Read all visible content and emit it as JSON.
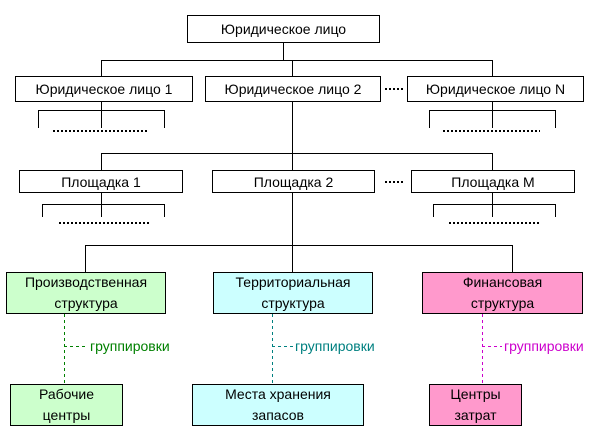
{
  "root": {
    "label": "Юридическое лицо"
  },
  "legal_entities": [
    {
      "label": "Юридическое лицо 1"
    },
    {
      "label": "Юридическое лицо 2"
    },
    {
      "label": "Юридическое лицо N"
    }
  ],
  "sites": [
    {
      "label": "Площадка 1"
    },
    {
      "label": "Площадка 2"
    },
    {
      "label": "Площадка M"
    }
  ],
  "structures": [
    {
      "line1": "Производственная",
      "line2": "структура",
      "color": "#ccffcc"
    },
    {
      "line1": "Территориальная",
      "line2": "структура",
      "color": "#ccffff"
    },
    {
      "line1": "Финансовая",
      "line2": "структура",
      "color": "#ff99cc"
    }
  ],
  "groupings": [
    {
      "label": "группировки",
      "color": "#008000"
    },
    {
      "label": "группировки",
      "color": "#008080"
    },
    {
      "label": "группировки",
      "color": "#cc00cc"
    }
  ],
  "leaves": [
    {
      "line1": "Рабочие",
      "line2": "центры",
      "color": "#ccffcc"
    },
    {
      "line1": "Места хранения",
      "line2": "запасов",
      "color": "#ccffff"
    },
    {
      "line1": "Центры",
      "line2": "затрат",
      "color": "#ff99cc"
    }
  ]
}
